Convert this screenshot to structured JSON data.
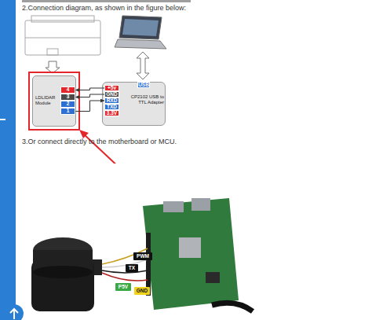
{
  "diagram": {
    "nodes": [
      {
        "text": [
          "LDLIDAR Module"
        ]
      },
      {
        "text": [
          "4"
        ],
        "in": 0
      },
      {
        "text": [
          "3"
        ],
        "in": 0
      },
      {
        "text": [
          "2"
        ],
        "in": 0
      },
      {
        "text": [
          "1"
        ],
        "in": 0
      },
      {
        "text": [
          "CP2102 USB to TTL Adapter"
        ]
      },
      {
        "text": [
          "USB"
        ],
        "in": 5
      },
      {
        "text": [
          "+5v"
        ],
        "in": 5
      },
      {
        "text": [
          "GND"
        ],
        "in": 5
      },
      {
        "text": [
          "RXD"
        ],
        "in": 5
      },
      {
        "text": [
          "TXD"
        ],
        "in": 5
      },
      {
        "text": [
          "3.3V"
        ],
        "in": 5
      },
      {
        "text": [
          "PWM"
        ]
      },
      {
        "text": [
          "TX"
        ]
      },
      {
        "text": [
          "P5V"
        ]
      },
      {
        "text": [
          "GND"
        ]
      }
    ],
    "edges": [
      {
        "from": 7,
        "to": 1,
        "arrow": "to"
      },
      {
        "from": 8,
        "to": 2,
        "arrow": "to"
      },
      {
        "from": 4,
        "to": 9,
        "arrow": "to"
      }
    ],
    "labels": [
      "2.Connection diagram, as shown in the figure below:",
      "3.Or connect directly to the motherboard or MCU."
    ]
  }
}
